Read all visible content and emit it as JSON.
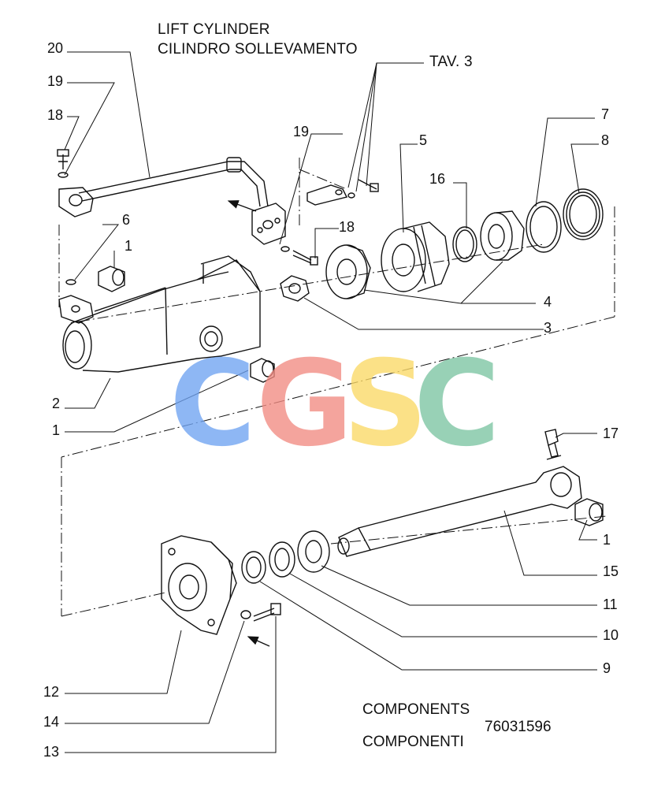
{
  "title": {
    "line1": "LIFT CYLINDER",
    "line2": "CILINDRO SOLLEVAMENTO"
  },
  "reference": "TAV. 3",
  "footer": {
    "line1": "COMPONENTS",
    "line2": "COMPONENTI",
    "code": "76031596"
  },
  "watermark": {
    "letters": [
      "C",
      "G",
      "S",
      "C"
    ],
    "colors": [
      "#6fa3f2",
      "#f28b82",
      "#fbd966",
      "#7cc5a2"
    ]
  },
  "callouts": {
    "c20": "20",
    "c19a": "19",
    "c18a": "18",
    "c6": "6",
    "c1a": "1",
    "c2": "2",
    "c1b": "1",
    "c19b": "19",
    "c18b": "18",
    "c5": "5",
    "c16": "16",
    "c7": "7",
    "c8": "8",
    "c4": "4",
    "c3": "3",
    "c17": "17",
    "c1c": "1",
    "c15": "15",
    "c11": "11",
    "c10": "10",
    "c9": "9",
    "c12": "12",
    "c14": "14",
    "c13": "13"
  },
  "icons": {
    "arrow_top": "direction-arrow-icon",
    "arrow_bottom": "direction-arrow-icon"
  }
}
